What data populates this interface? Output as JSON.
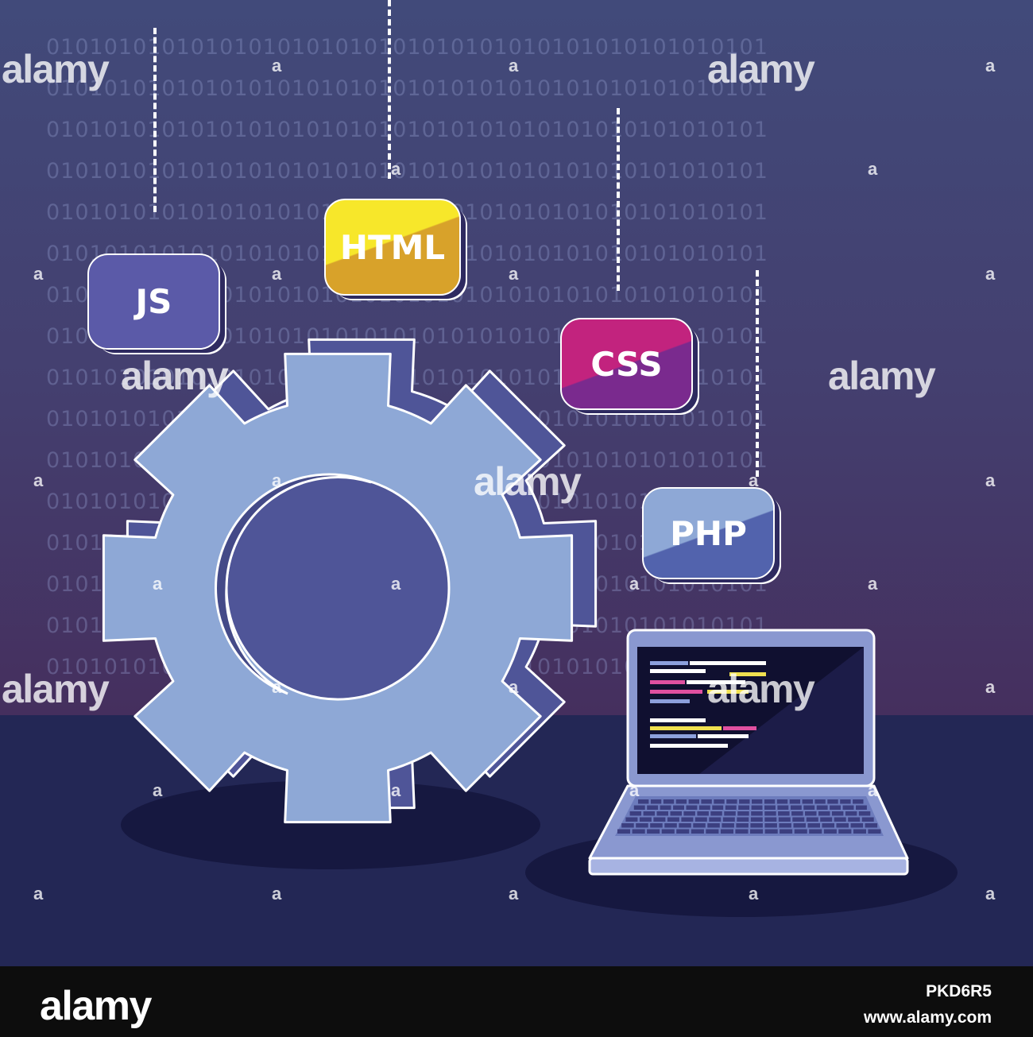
{
  "badges": {
    "js": "JS",
    "html": "HTML",
    "css": "CSS",
    "php": "PHP"
  },
  "background_binary": "01010101010101010101010101010101010101010101010101\n01010101010101010101010101010101010101010101010101\n01010101010101010101010101010101010101010101010101\n01010101010101010101010101010101010101010101010101\n01010101010101010101010101010101010101010101010101\n01010101010101010101010101010101010101010101010101\n01010101010101010101010101010101010101010101010101\n01010101010101010101010101010101010101010101010101\n01010101010101010101010101010101010101010101010101\n01010101010101010101010101010101010101010101010101\n01010101010101010101010101010101010101010101010101\n01010101010101010101010101010101010101010101010101\n01010101010101010101010101010101010101010101010101\n01010101010101010101010101010101010101010101010101\n01010101010101010101010101010101010101010101010101\n01010101010101010101010101010101010101010101010101",
  "watermark": {
    "text": "alamy",
    "mark": "a"
  },
  "footer": {
    "logo": "alamy",
    "image_id": "PKD6R5",
    "url": "www.alamy.com"
  },
  "colors": {
    "js": "#5b5aa8",
    "html": "#f0d020",
    "css": "#c2237e",
    "php": "#7c8ed0",
    "gear": "#8ea8d6",
    "laptop_screen": "#101030"
  },
  "icons": [
    "gear-icon",
    "laptop-icon",
    "code-lines-icon"
  ]
}
